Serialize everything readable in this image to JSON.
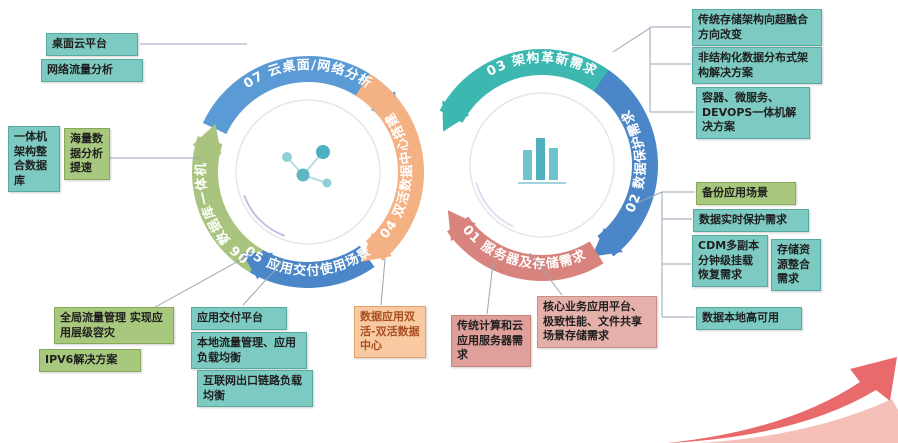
{
  "wheels": {
    "left": {
      "segments": [
        {
          "num": "07",
          "label": "07 云桌面/网络分析",
          "color": "#5b9bd5"
        },
        {
          "num": "06",
          "label": "06 数据库一体机",
          "color": "#a9c47f"
        },
        {
          "num": "05",
          "label": "05 应用交付使用场景",
          "color": "#4a86c8"
        },
        {
          "num": "04",
          "label": "04 双活数据中心搭建",
          "color": "#f4b183"
        }
      ]
    },
    "right": {
      "segments": [
        {
          "num": "03",
          "label": "03 架构革新需求",
          "color": "#3cb8b0"
        },
        {
          "num": "02",
          "label": "02 数据保护需求",
          "color": "#4a86c8"
        },
        {
          "num": "01",
          "label": "01 服务器及存储需求",
          "color": "#d9837e"
        }
      ]
    }
  },
  "boxes": {
    "desktop_cloud": "桌面云平台",
    "network_traffic": "网络流量分析",
    "integrated_db": "一体机架构整合数据库",
    "mass_data": "海量数据分析提速",
    "global_traffic": "全局流量管理 实现应用层级容灾",
    "ipv6": "IPV6解决方案",
    "app_delivery": "应用交付平台",
    "local_traffic": "本地流量管理、应用负载均衡",
    "internet_egress": "互联网出口链路负载均衡",
    "dual_active": "数据应用双活-双活数据中心",
    "traditional_compute": "传统计算和云应用服务器需求",
    "core_business": "核心业务应用平台、极致性能、文件共享场景存储需求",
    "storage_transform": "传统存储架构向超融合方向改变",
    "unstructured": "非结构化数据分布式架构解决方案",
    "container_devops": "容器、微服务、DEVOPS一体机解决方案",
    "backup_scenario": "备份应用场景",
    "realtime_protection": "数据实时保护需求",
    "cdm": "CDM多副本分钟级挂载恢复需求",
    "storage_pooling": "存储资源整合需求",
    "local_ha": "数据本地高可用"
  },
  "colors": {
    "teal_box": "#7ccac1",
    "green_box": "#a7c87d",
    "orange_box": "#f9c9a2",
    "salmon_box": "#dfa09b",
    "salmon_light_box": "#e5b0aa",
    "swoosh_red": "#e96a6a",
    "swoosh_pink": "#f5c0b8"
  }
}
